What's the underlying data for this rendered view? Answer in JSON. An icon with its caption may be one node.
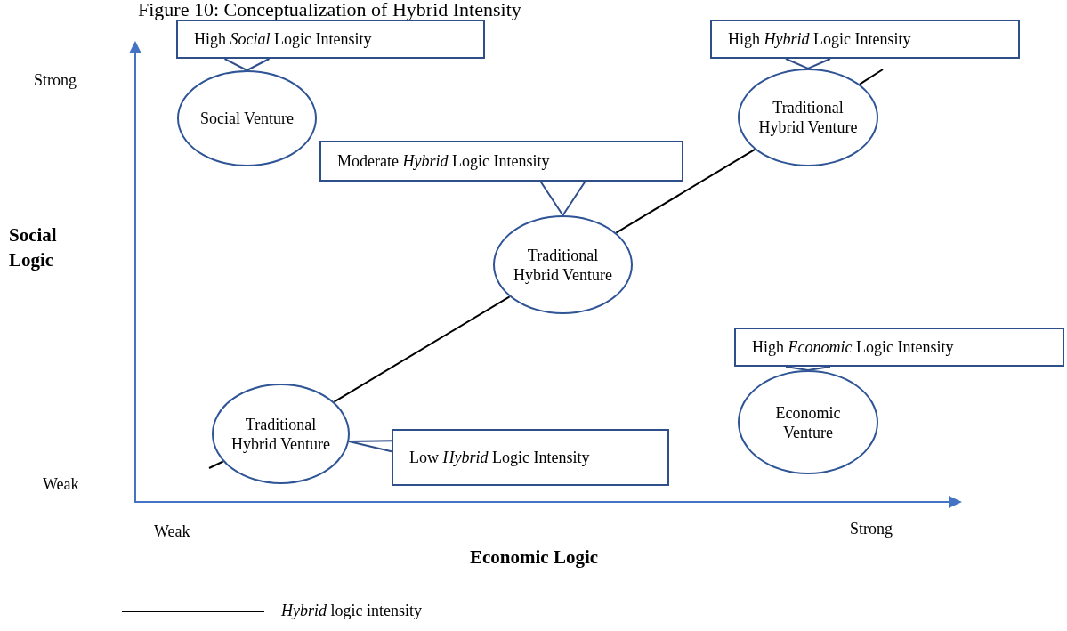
{
  "diagram": {
    "title": "Figure 10: Conceptualization of Hybrid Intensity",
    "nodes": [
      {
        "text": [
          "High *Social* Logic Intensity"
        ]
      },
      {
        "text": [
          "High *Hybrid* Logic Intensity"
        ]
      },
      {
        "text": [
          "Social Venture"
        ]
      },
      {
        "text": [
          "Traditional Hybrid Venture"
        ]
      },
      {
        "text": [
          "Moderate *Hybrid* Logic Intensity"
        ]
      },
      {
        "text": [
          "Traditional Hybrid Venture"
        ]
      },
      {
        "text": [
          "High *Economic* Logic Intensity"
        ]
      },
      {
        "text": [
          "Traditional Hybrid Venture"
        ]
      },
      {
        "text": [
          "Low *Hybrid* Logic Intensity"
        ]
      },
      {
        "text": [
          "Economic Venture"
        ]
      }
    ],
    "edges": [
      {
        "from": 0,
        "to": 2,
        "arrow": "none"
      },
      {
        "from": 1,
        "to": 3,
        "arrow": "none"
      },
      {
        "from": 4,
        "to": 5,
        "arrow": "none"
      },
      {
        "from": 6,
        "to": 9,
        "arrow": "none"
      },
      {
        "from": 8,
        "to": 7,
        "arrow": "none"
      },
      {
        "from": null,
        "to": 7,
        "arrow": "none",
        "color": "#000000"
      },
      {
        "from": 7,
        "to": 5,
        "arrow": "none",
        "color": "#000000"
      },
      {
        "from": 5,
        "to": 3,
        "arrow": "none",
        "color": "#000000"
      },
      {
        "from": 3,
        "to": null,
        "arrow": "none",
        "color": "#000000"
      }
    ],
    "labels": [
      "Strong",
      "Social Logic",
      "Weak",
      "Weak",
      "Strong",
      "Economic Logic"
    ],
    "legend": [
      {
        "text": "*Hybrid* logic intensity"
      }
    ]
  }
}
